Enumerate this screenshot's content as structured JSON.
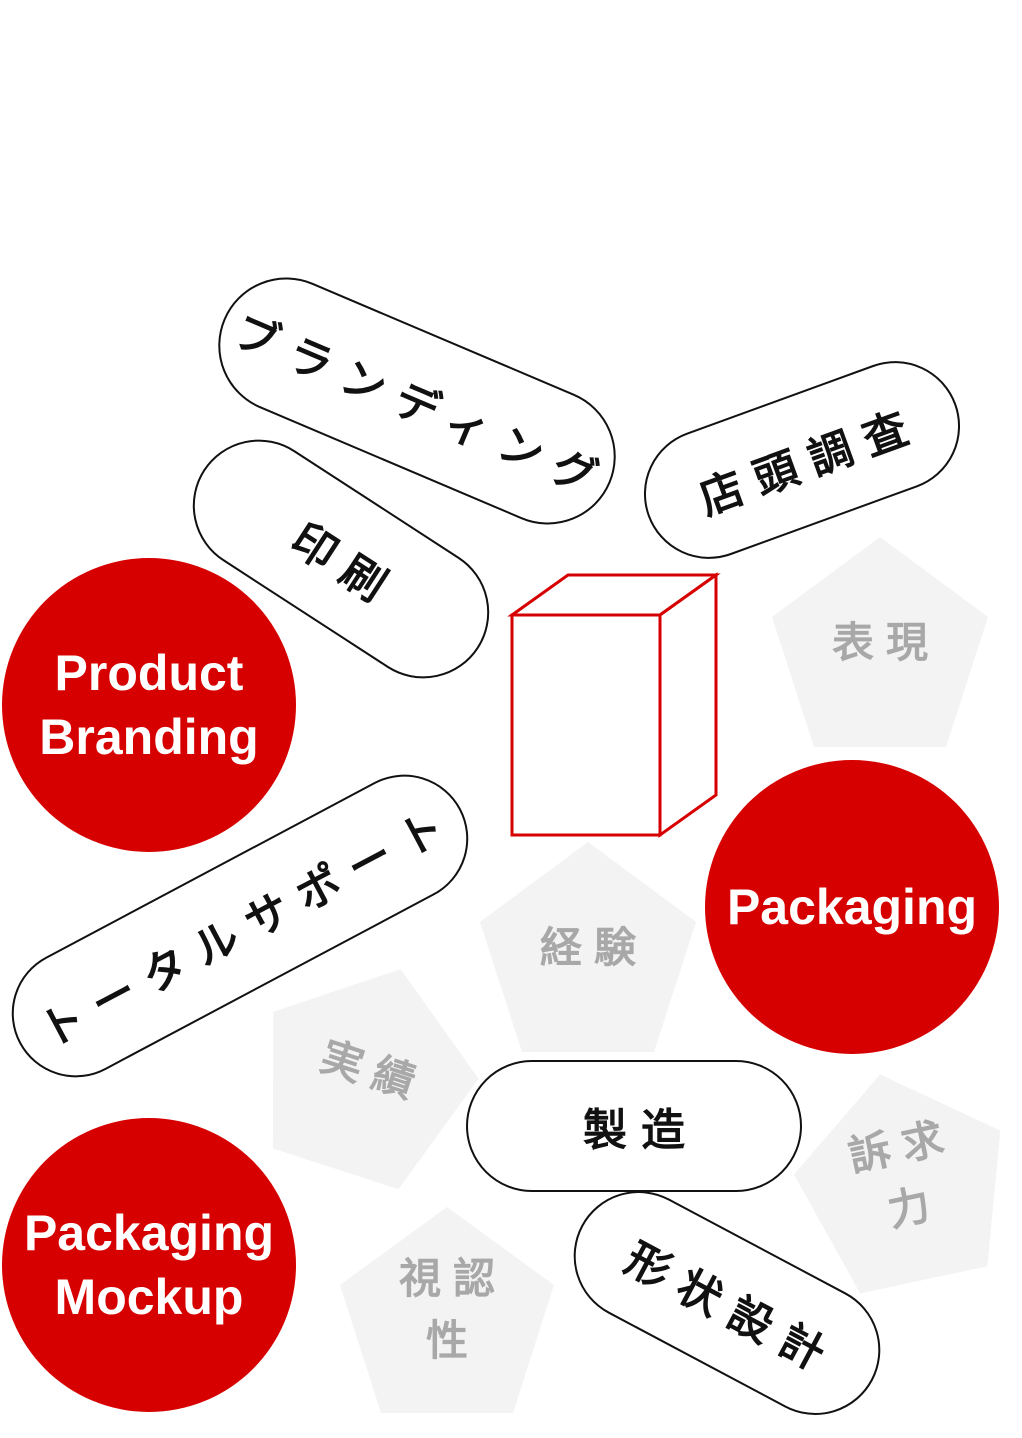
{
  "colors": {
    "accent": "#d70000",
    "outline": "#111111",
    "pentagon_fill": "#f3f3f3",
    "muted_text": "#a8a8a8"
  },
  "pills": {
    "branding": "ブランディング",
    "store_research": "店頭調査",
    "printing": "印刷",
    "total_support": "トータルサポート",
    "manufacturing": "製造",
    "shape_design": "形状設計"
  },
  "circles": {
    "product_branding": {
      "line1": "Product",
      "line2": "Branding"
    },
    "packaging": {
      "line1": "Packaging"
    },
    "packaging_mockup": {
      "line1": "Packaging",
      "line2": "Mockup"
    }
  },
  "pentagons": {
    "expression": {
      "line1": "表現"
    },
    "experience": {
      "line1": "経験"
    },
    "track_record": {
      "line1": "実績"
    },
    "appeal": {
      "line1": "訴求",
      "line2": "力"
    },
    "visibility": {
      "line1": "視認",
      "line2": "性"
    }
  },
  "center_icon": "box-outline-icon"
}
